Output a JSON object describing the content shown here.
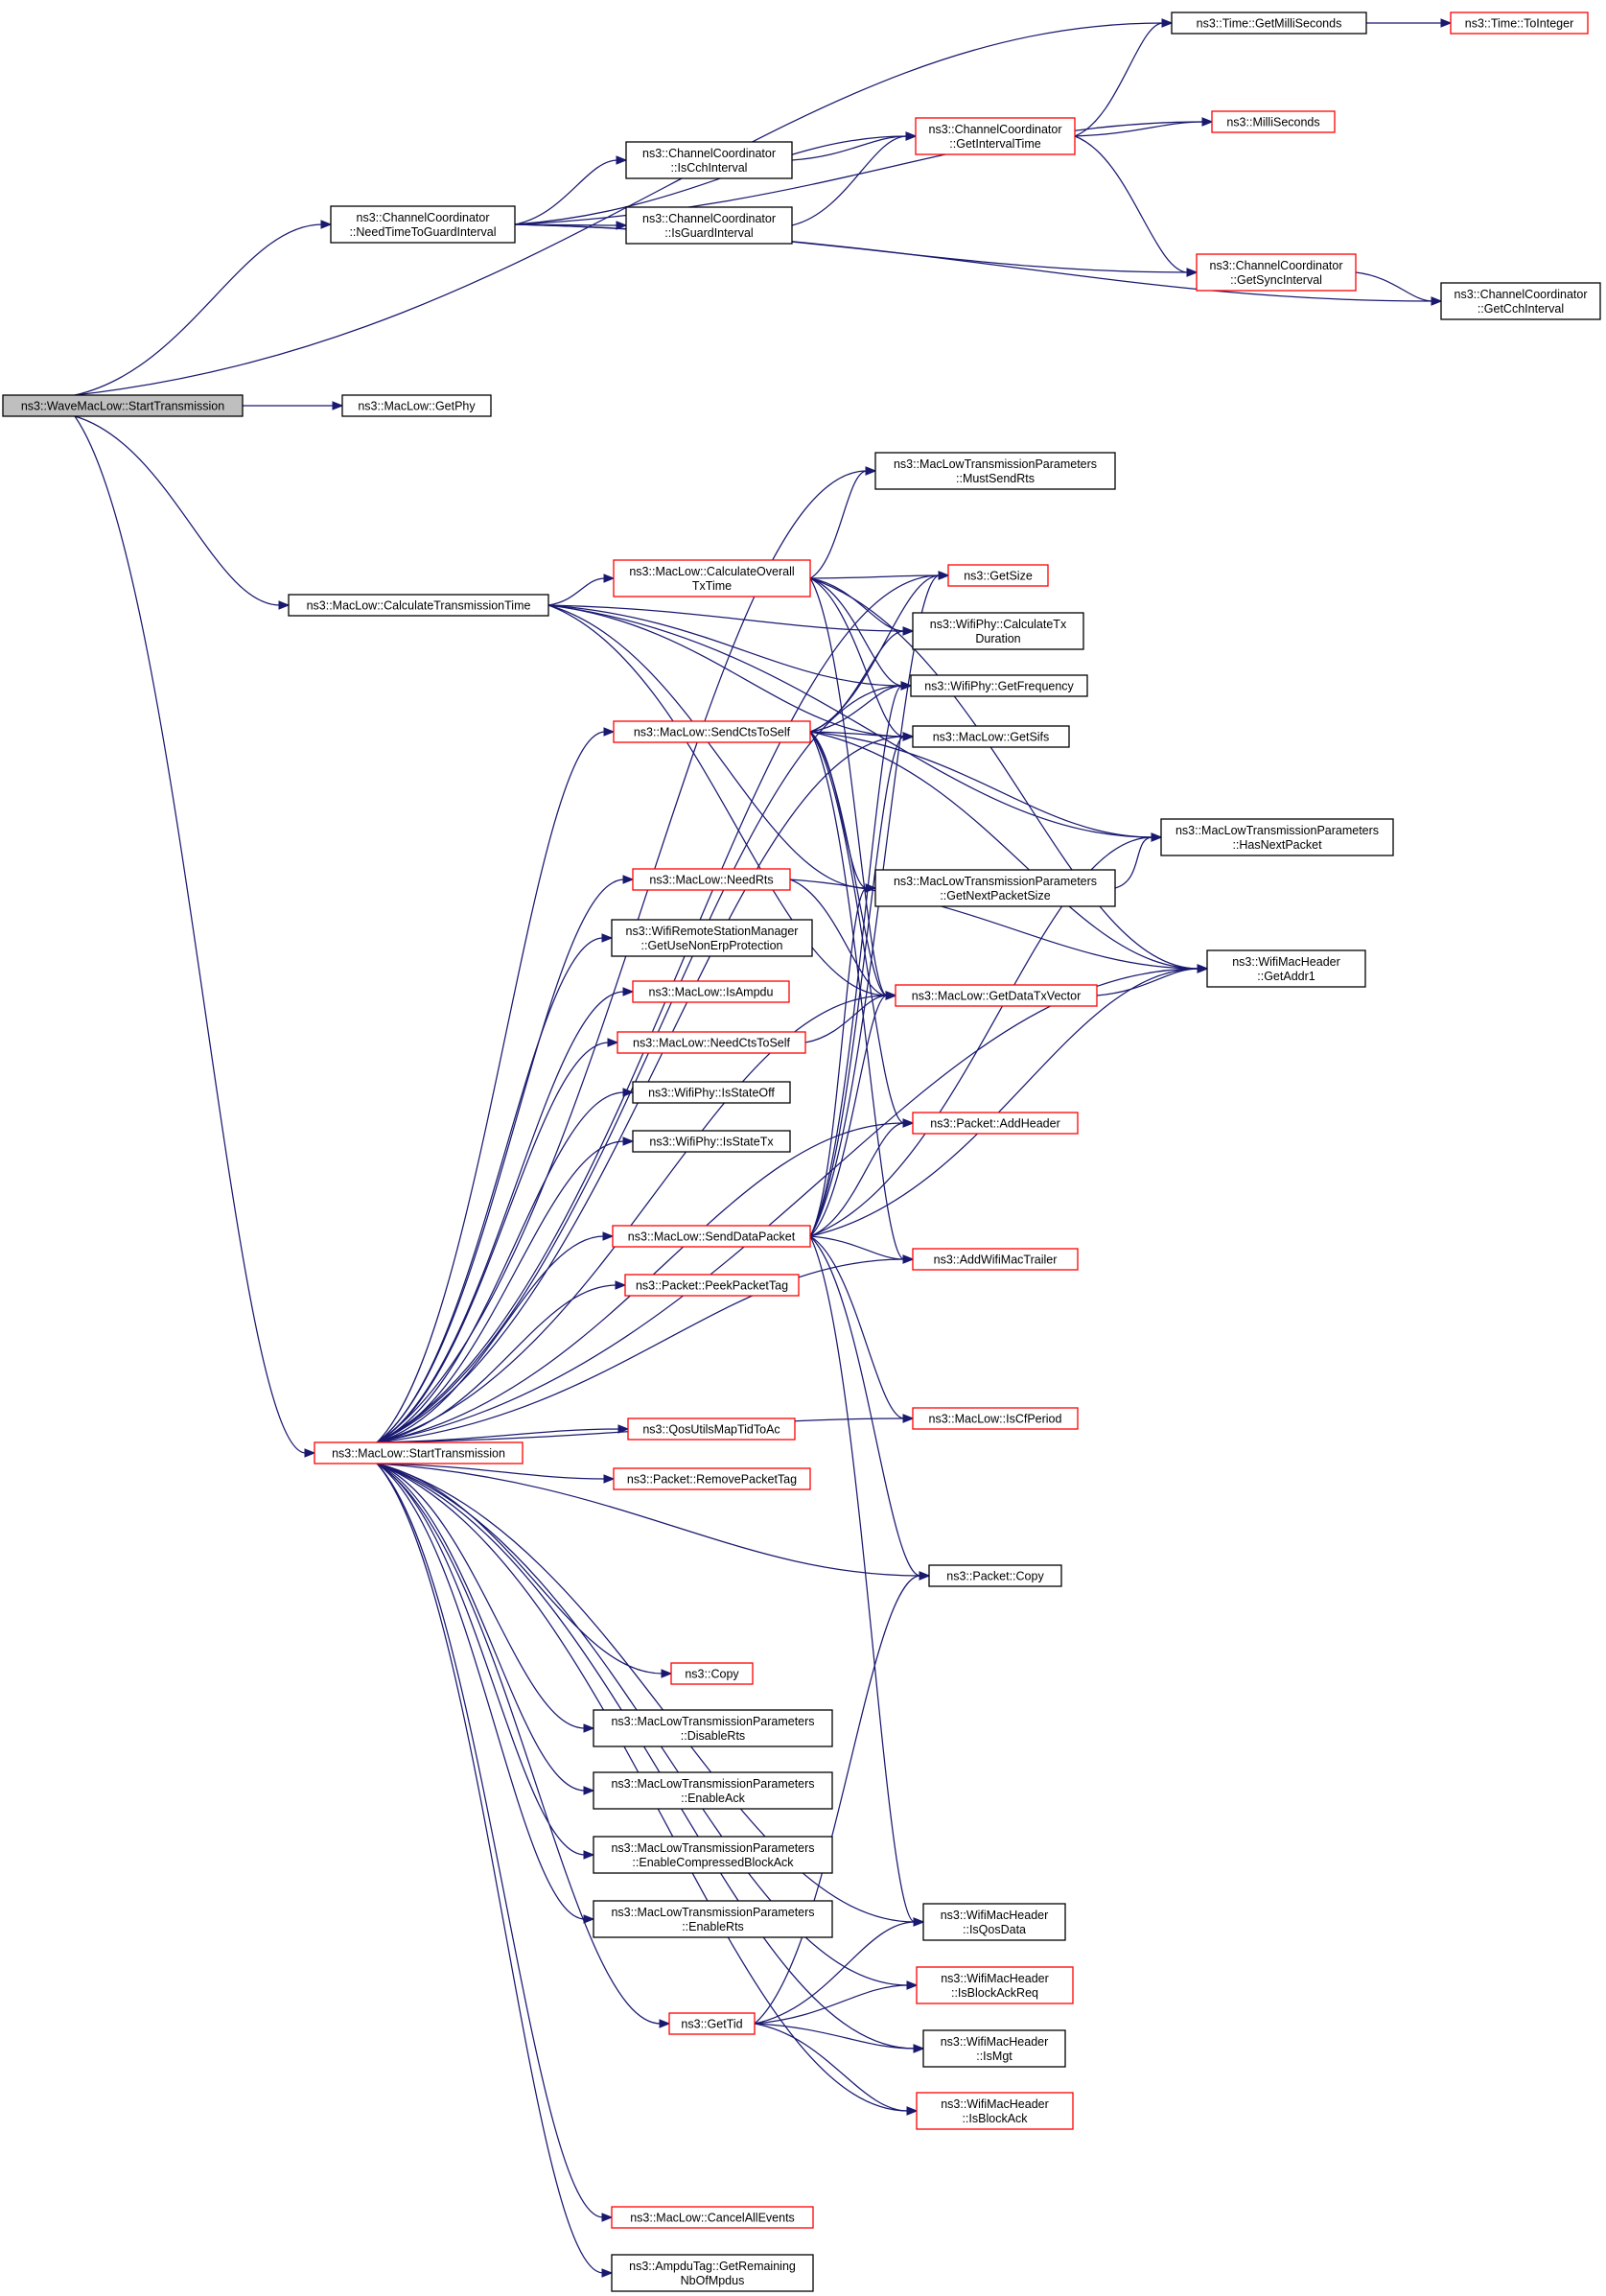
{
  "diagram": {
    "colors": {
      "edge": "#191970",
      "border_normal": "#000000",
      "border_truncated": "#ff0000",
      "root_fill": "#bfbfbf",
      "node_fill": "#ffffff",
      "background": "#ffffff"
    },
    "nodes": [
      {
        "id": "root",
        "lines": [
          "ns3::WaveMacLow::StartTransmission"
        ],
        "border": "black",
        "root": true
      },
      {
        "id": "needTime",
        "lines": [
          "ns3::ChannelCoordinator",
          "::NeedTimeToGuardInterval"
        ],
        "border": "black"
      },
      {
        "id": "getPhy",
        "lines": [
          "ns3::MacLow::GetPhy"
        ],
        "border": "black"
      },
      {
        "id": "calcTT",
        "lines": [
          "ns3::MacLow::CalculateTransmissionTime"
        ],
        "border": "black"
      },
      {
        "id": "startTx",
        "lines": [
          "ns3::MacLow::StartTransmission"
        ],
        "border": "red"
      },
      {
        "id": "getMilli",
        "lines": [
          "ns3::Time::GetMilliSeconds"
        ],
        "border": "black"
      },
      {
        "id": "toInteger",
        "lines": [
          "ns3::Time::ToInteger"
        ],
        "border": "red"
      },
      {
        "id": "milliSec",
        "lines": [
          "ns3::MilliSeconds"
        ],
        "border": "red"
      },
      {
        "id": "isCch",
        "lines": [
          "ns3::ChannelCoordinator",
          "::IsCchInterval"
        ],
        "border": "black"
      },
      {
        "id": "isGuard",
        "lines": [
          "ns3::ChannelCoordinator",
          "::IsGuardInterval"
        ],
        "border": "black"
      },
      {
        "id": "getInterval",
        "lines": [
          "ns3::ChannelCoordinator",
          "::GetIntervalTime"
        ],
        "border": "red"
      },
      {
        "id": "getSync",
        "lines": [
          "ns3::ChannelCoordinator",
          "::GetSyncInterval"
        ],
        "border": "red"
      },
      {
        "id": "getCch",
        "lines": [
          "ns3::ChannelCoordinator",
          "::GetCchInterval"
        ],
        "border": "black"
      },
      {
        "id": "mustSendRts",
        "lines": [
          "ns3::MacLowTransmissionParameters",
          "::MustSendRts"
        ],
        "border": "black"
      },
      {
        "id": "calcOverall",
        "lines": [
          "ns3::MacLow::CalculateOverall",
          "TxTime"
        ],
        "border": "red"
      },
      {
        "id": "getSize",
        "lines": [
          "ns3::GetSize"
        ],
        "border": "red"
      },
      {
        "id": "calcTxDur",
        "lines": [
          "ns3::WifiPhy::CalculateTx",
          "Duration"
        ],
        "border": "black"
      },
      {
        "id": "getFreq",
        "lines": [
          "ns3::WifiPhy::GetFrequency"
        ],
        "border": "black"
      },
      {
        "id": "sendCts",
        "lines": [
          "ns3::MacLow::SendCtsToSelf"
        ],
        "border": "red"
      },
      {
        "id": "getSifs",
        "lines": [
          "ns3::MacLow::GetSifs"
        ],
        "border": "black"
      },
      {
        "id": "hasNext",
        "lines": [
          "ns3::MacLowTransmissionParameters",
          "::HasNextPacket"
        ],
        "border": "black"
      },
      {
        "id": "needRts",
        "lines": [
          "ns3::MacLow::NeedRts"
        ],
        "border": "red"
      },
      {
        "id": "getNextSize",
        "lines": [
          "ns3::MacLowTransmissionParameters",
          "::GetNextPacketSize"
        ],
        "border": "black"
      },
      {
        "id": "getUseNonErp",
        "lines": [
          "ns3::WifiRemoteStationManager",
          "::GetUseNonErpProtection"
        ],
        "border": "black"
      },
      {
        "id": "getAddr1",
        "lines": [
          "ns3::WifiMacHeader",
          "::GetAddr1"
        ],
        "border": "black"
      },
      {
        "id": "isAmpdu",
        "lines": [
          "ns3::MacLow::IsAmpdu"
        ],
        "border": "red"
      },
      {
        "id": "getDataTx",
        "lines": [
          "ns3::MacLow::GetDataTxVector"
        ],
        "border": "red"
      },
      {
        "id": "needCts",
        "lines": [
          "ns3::MacLow::NeedCtsToSelf"
        ],
        "border": "red"
      },
      {
        "id": "isStateOff",
        "lines": [
          "ns3::WifiPhy::IsStateOff"
        ],
        "border": "black"
      },
      {
        "id": "isStateTx",
        "lines": [
          "ns3::WifiPhy::IsStateTx"
        ],
        "border": "black"
      },
      {
        "id": "addHeader",
        "lines": [
          "ns3::Packet::AddHeader"
        ],
        "border": "red"
      },
      {
        "id": "sendData",
        "lines": [
          "ns3::MacLow::SendDataPacket"
        ],
        "border": "red"
      },
      {
        "id": "addTrailer",
        "lines": [
          "ns3::AddWifiMacTrailer"
        ],
        "border": "red"
      },
      {
        "id": "peekTag",
        "lines": [
          "ns3::Packet::PeekPacketTag"
        ],
        "border": "red"
      },
      {
        "id": "isCfPeriod",
        "lines": [
          "ns3::MacLow::IsCfPeriod"
        ],
        "border": "red"
      },
      {
        "id": "qosMap",
        "lines": [
          "ns3::QosUtilsMapTidToAc"
        ],
        "border": "red"
      },
      {
        "id": "removeTag",
        "lines": [
          "ns3::Packet::RemovePacketTag"
        ],
        "border": "red"
      },
      {
        "id": "pktCopy",
        "lines": [
          "ns3::Packet::Copy"
        ],
        "border": "black"
      },
      {
        "id": "copy",
        "lines": [
          "ns3::Copy"
        ],
        "border": "red"
      },
      {
        "id": "disableRts",
        "lines": [
          "ns3::MacLowTransmissionParameters",
          "::DisableRts"
        ],
        "border": "black"
      },
      {
        "id": "enableAck",
        "lines": [
          "ns3::MacLowTransmissionParameters",
          "::EnableAck"
        ],
        "border": "black"
      },
      {
        "id": "enableCBA",
        "lines": [
          "ns3::MacLowTransmissionParameters",
          "::EnableCompressedBlockAck"
        ],
        "border": "black"
      },
      {
        "id": "enableRts",
        "lines": [
          "ns3::MacLowTransmissionParameters",
          "::EnableRts"
        ],
        "border": "black"
      },
      {
        "id": "isQos",
        "lines": [
          "ns3::WifiMacHeader",
          "::IsQosData"
        ],
        "border": "black"
      },
      {
        "id": "isBAR",
        "lines": [
          "ns3::WifiMacHeader",
          "::IsBlockAckReq"
        ],
        "border": "red"
      },
      {
        "id": "getTid",
        "lines": [
          "ns3::GetTid"
        ],
        "border": "red"
      },
      {
        "id": "isMgt",
        "lines": [
          "ns3::WifiMacHeader",
          "::IsMgt"
        ],
        "border": "black"
      },
      {
        "id": "isBA",
        "lines": [
          "ns3::WifiMacHeader",
          "::IsBlockAck"
        ],
        "border": "red"
      },
      {
        "id": "cancelAll",
        "lines": [
          "ns3::MacLow::CancelAllEvents"
        ],
        "border": "red"
      },
      {
        "id": "getRemaining",
        "lines": [
          "ns3::AmpduTag::GetRemaining",
          "NbOfMpdus"
        ],
        "border": "black"
      }
    ],
    "edges": [
      [
        "root",
        "getMilli"
      ],
      [
        "root",
        "needTime"
      ],
      [
        "root",
        "getPhy"
      ],
      [
        "root",
        "calcTT"
      ],
      [
        "root",
        "startTx"
      ],
      [
        "getMilli",
        "toInteger"
      ],
      [
        "needTime",
        "milliSec"
      ],
      [
        "needTime",
        "isCch"
      ],
      [
        "needTime",
        "isGuard"
      ],
      [
        "needTime",
        "getInterval"
      ],
      [
        "needTime",
        "getSync"
      ],
      [
        "needTime",
        "getCch"
      ],
      [
        "isCch",
        "getInterval"
      ],
      [
        "isGuard",
        "getInterval"
      ],
      [
        "getInterval",
        "getMilli"
      ],
      [
        "getInterval",
        "milliSec"
      ],
      [
        "getInterval",
        "getSync"
      ],
      [
        "getSync",
        "getCch"
      ],
      [
        "calcTT",
        "calcOverall"
      ],
      [
        "calcTT",
        "hasNext"
      ],
      [
        "calcTT",
        "calcTxDur"
      ],
      [
        "calcTT",
        "getFreq"
      ],
      [
        "calcTT",
        "getSifs"
      ],
      [
        "calcTT",
        "getNextSize"
      ],
      [
        "calcTT",
        "getDataTx"
      ],
      [
        "calcOverall",
        "mustSendRts"
      ],
      [
        "calcOverall",
        "getSize"
      ],
      [
        "calcOverall",
        "calcTxDur"
      ],
      [
        "calcOverall",
        "getFreq"
      ],
      [
        "calcOverall",
        "getSifs"
      ],
      [
        "calcOverall",
        "getAddr1"
      ],
      [
        "calcOverall",
        "getDataTx"
      ],
      [
        "sendCts",
        "getSize"
      ],
      [
        "sendCts",
        "calcTxDur"
      ],
      [
        "sendCts",
        "getFreq"
      ],
      [
        "sendCts",
        "getSifs"
      ],
      [
        "sendCts",
        "hasNext"
      ],
      [
        "sendCts",
        "getNextSize"
      ],
      [
        "sendCts",
        "getAddr1"
      ],
      [
        "sendCts",
        "getDataTx"
      ],
      [
        "sendCts",
        "addHeader"
      ],
      [
        "sendCts",
        "addTrailer"
      ],
      [
        "needRts",
        "getAddr1"
      ],
      [
        "needRts",
        "getDataTx"
      ],
      [
        "needCts",
        "getDataTx"
      ],
      [
        "getNextSize",
        "hasNext"
      ],
      [
        "getDataTx",
        "getAddr1"
      ],
      [
        "sendData",
        "getSize"
      ],
      [
        "sendData",
        "getFreq"
      ],
      [
        "sendData",
        "getSifs"
      ],
      [
        "sendData",
        "hasNext"
      ],
      [
        "sendData",
        "getNextSize"
      ],
      [
        "sendData",
        "getAddr1"
      ],
      [
        "sendData",
        "getDataTx"
      ],
      [
        "sendData",
        "addHeader"
      ],
      [
        "sendData",
        "addTrailer"
      ],
      [
        "sendData",
        "isCfPeriod"
      ],
      [
        "sendData",
        "pktCopy"
      ],
      [
        "sendData",
        "isQos"
      ],
      [
        "startTx",
        "mustSendRts"
      ],
      [
        "startTx",
        "getSize"
      ],
      [
        "startTx",
        "getFreq"
      ],
      [
        "startTx",
        "sendCts"
      ],
      [
        "startTx",
        "needRts"
      ],
      [
        "startTx",
        "getUseNonErp"
      ],
      [
        "startTx",
        "isAmpdu"
      ],
      [
        "startTx",
        "needCts"
      ],
      [
        "startTx",
        "isStateOff"
      ],
      [
        "startTx",
        "isStateTx"
      ],
      [
        "startTx",
        "sendData"
      ],
      [
        "startTx",
        "getSifs"
      ],
      [
        "startTx",
        "getDataTx"
      ],
      [
        "startTx",
        "addHeader"
      ],
      [
        "startTx",
        "addTrailer"
      ],
      [
        "startTx",
        "getAddr1"
      ],
      [
        "startTx",
        "peekTag"
      ],
      [
        "startTx",
        "qosMap"
      ],
      [
        "startTx",
        "removeTag"
      ],
      [
        "startTx",
        "isCfPeriod"
      ],
      [
        "startTx",
        "pktCopy"
      ],
      [
        "startTx",
        "copy"
      ],
      [
        "startTx",
        "disableRts"
      ],
      [
        "startTx",
        "enableAck"
      ],
      [
        "startTx",
        "enableCBA"
      ],
      [
        "startTx",
        "enableRts"
      ],
      [
        "startTx",
        "isQos"
      ],
      [
        "startTx",
        "isBAR"
      ],
      [
        "startTx",
        "getTid"
      ],
      [
        "startTx",
        "isMgt"
      ],
      [
        "startTx",
        "isBA"
      ],
      [
        "startTx",
        "cancelAll"
      ],
      [
        "startTx",
        "getRemaining"
      ],
      [
        "getTid",
        "pktCopy"
      ],
      [
        "getTid",
        "isQos"
      ],
      [
        "getTid",
        "isBAR"
      ],
      [
        "getTid",
        "isMgt"
      ],
      [
        "getTid",
        "isBA"
      ]
    ]
  }
}
